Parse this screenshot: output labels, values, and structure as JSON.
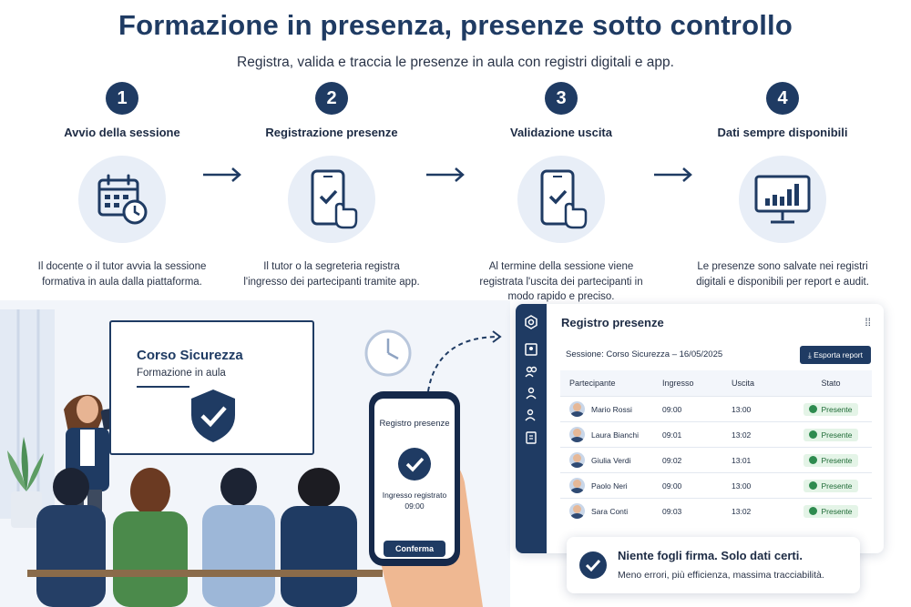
{
  "header": {
    "title": "Formazione in presenza, presenze sotto controllo",
    "subtitle": "Registra, valida e traccia le presenze in aula con registri digitali e app."
  },
  "steps": [
    {
      "number": "1",
      "title": "Avvio della sessione",
      "icon": "calendar-clock-icon",
      "desc": "Il docente o il tutor avvia la sessione formativa in aula dalla piattaforma."
    },
    {
      "number": "2",
      "title": "Registrazione presenze",
      "icon": "phone-check-icon",
      "desc": "Il tutor o la segreteria registra l'ingresso dei partecipanti tramite app."
    },
    {
      "number": "3",
      "title": "Validazione uscita",
      "icon": "phone-check-icon",
      "desc": "Al termine della sessione viene registrata l'uscita dei partecipanti in modo rapido e preciso."
    },
    {
      "number": "4",
      "title": "Dati sempre disponibili",
      "icon": "monitor-chart-icon",
      "desc": "Le presenze sono salvate nei registri digitali e disponibili per report e audit."
    }
  ],
  "classroom": {
    "board_title": "Corso Sicurezza",
    "board_subtitle": "Formazione in aula"
  },
  "phone": {
    "title": "Registro presenze",
    "message_line1": "Ingresso registrato",
    "message_line2": "09:00",
    "confirm_label": "Conferma"
  },
  "panel": {
    "title": "Registro presenze",
    "session": "Sessione: Corso Sicurezza – 16/05/2025",
    "export_label": "Esporta report",
    "columns": [
      "Partecipante",
      "Ingresso",
      "Uscita",
      "Stato"
    ],
    "rows": [
      {
        "name": "Mario Rossi",
        "in": "09:00",
        "out": "13:00",
        "status": "Presente"
      },
      {
        "name": "Laura Bianchi",
        "in": "09:01",
        "out": "13:02",
        "status": "Presente"
      },
      {
        "name": "Giulia Verdi",
        "in": "09:02",
        "out": "13:01",
        "status": "Presente"
      },
      {
        "name": "Paolo Neri",
        "in": "09:00",
        "out": "13:00",
        "status": "Presente"
      },
      {
        "name": "Sara Conti",
        "in": "09:03",
        "out": "13:02",
        "status": "Presente"
      }
    ]
  },
  "callout": {
    "title": "Niente fogli firma. Solo dati certi.",
    "subtitle": "Meno errori, più efficienza, massima tracciabilità."
  },
  "colors": {
    "brand": "#1f3b63",
    "soft": "#e8eef7",
    "success": "#2e8b4f"
  }
}
